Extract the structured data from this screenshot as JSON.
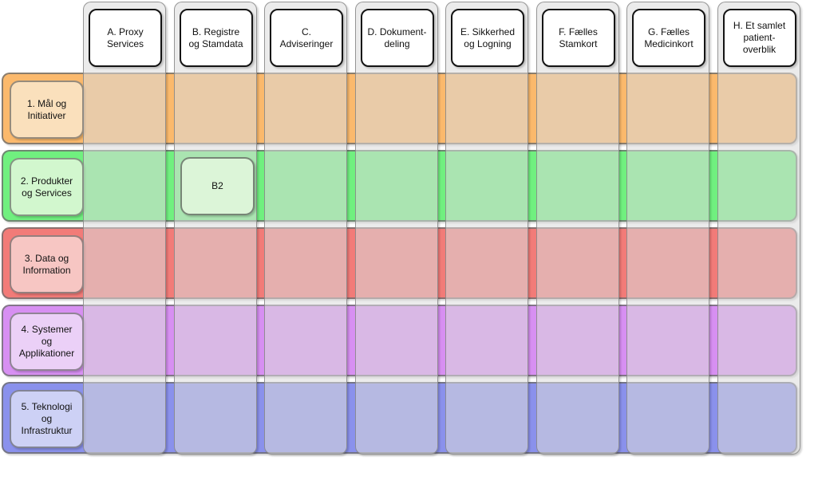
{
  "diagram": {
    "type": "architecture-matrix",
    "columns": [
      {
        "id": "A",
        "label": "A. Proxy\nServices"
      },
      {
        "id": "B",
        "label": "B. Registre\nog Stamdata"
      },
      {
        "id": "C",
        "label": "C.\nAdviseringer"
      },
      {
        "id": "D",
        "label": "D. Dokument-\ndeling"
      },
      {
        "id": "E",
        "label": "E. Sikkerhed\nog Logning"
      },
      {
        "id": "F",
        "label": "F. Fælles\nStamkort"
      },
      {
        "id": "G",
        "label": "G. Fælles\nMedicinkort"
      },
      {
        "id": "H",
        "label": "H. Et samlet\npatient-\noverblik"
      }
    ],
    "rows": [
      {
        "id": "1",
        "label": "1. Mål og\nInitiativer",
        "band_color": "#FBB96C",
        "label_color": "#FAE0BC"
      },
      {
        "id": "2",
        "label": "2. Produkter\nog Services",
        "band_color": "#70F07F",
        "label_color": "#D2F7CE"
      },
      {
        "id": "3",
        "label": "3. Data og\nInformation",
        "band_color": "#F27B78",
        "label_color": "#F7C6C3"
      },
      {
        "id": "4",
        "label": "4. Systemer\nog\nApplikationer",
        "band_color": "#D78FF2",
        "label_color": "#EBD0F7"
      },
      {
        "id": "5",
        "label": "5. Teknologi\nog\nInfrastruktur",
        "band_color": "#8A91EC",
        "label_color": "#CDD1F5"
      }
    ],
    "cells": [
      {
        "id": "B2",
        "row": "2",
        "column": "B",
        "label": "B2",
        "fill": "#DCF5D8"
      }
    ],
    "colors": {
      "background": "#FFFFFF",
      "column_band": "#E8E8E8",
      "column_header_bg": "#FFFFFF",
      "column_header_border": "#141414",
      "band_border": "#6E6E6E"
    }
  }
}
